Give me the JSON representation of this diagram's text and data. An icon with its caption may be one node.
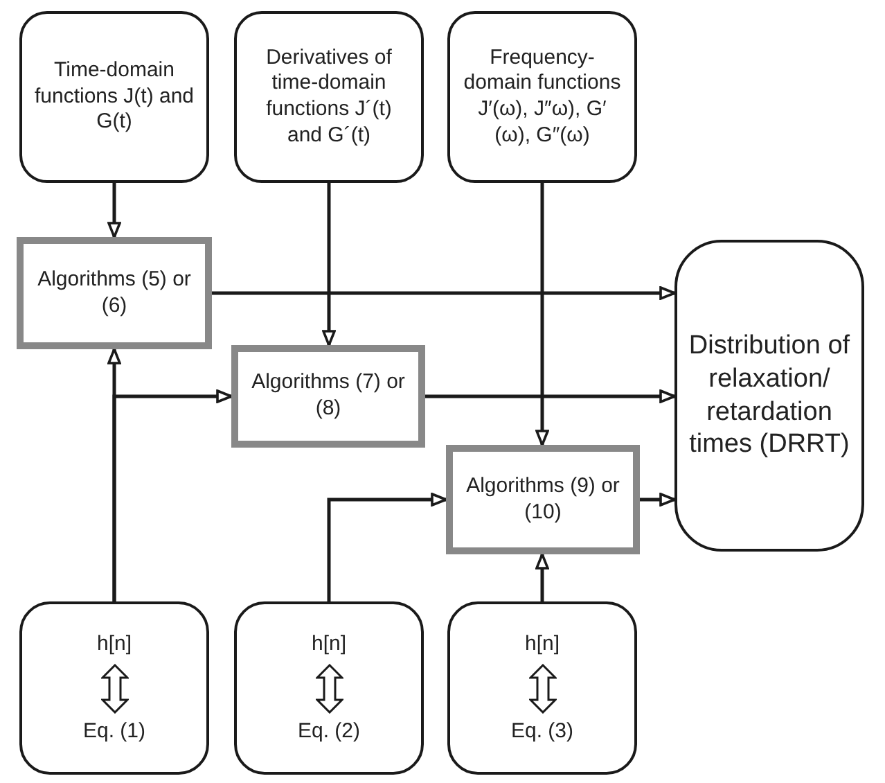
{
  "diagram": {
    "nodes": [
      {
        "text": [
          "Time-domain functions J(t) and G(t)"
        ]
      },
      {
        "text": [
          "Derivatives of time-domain functions J´(t) and G´(t)"
        ]
      },
      {
        "text": [
          "Frequency-domain functions J′(ω), J″ω), G′(ω), G″(ω)"
        ]
      },
      {
        "text": [
          "Algorithms (5) or (6)"
        ]
      },
      {
        "text": [
          "Algorithms (7) or (8)"
        ]
      },
      {
        "text": [
          "Algorithms (9) or (10)"
        ]
      },
      {
        "text": [
          "Distribution of relaxation/ retardation times (DRRT)"
        ]
      },
      {
        "text": [
          "h[n]",
          "Eq. (1)"
        ]
      },
      {
        "text": [
          "h[n]",
          "Eq. (2)"
        ]
      },
      {
        "text": [
          "h[n]",
          "Eq. (3)"
        ]
      }
    ],
    "edges": [
      {
        "from": 0,
        "to": 3,
        "arrow": "to"
      },
      {
        "from": 1,
        "to": 4,
        "arrow": "to"
      },
      {
        "from": 2,
        "to": 5,
        "arrow": "to"
      },
      {
        "from": 3,
        "to": 6,
        "arrow": "to"
      },
      {
        "from": 4,
        "to": 6,
        "arrow": "to"
      },
      {
        "from": 5,
        "to": 6,
        "arrow": "to"
      },
      {
        "from": 7,
        "to": 3,
        "arrow": "to"
      },
      {
        "from": 7,
        "to": 4,
        "arrow": "to"
      },
      {
        "from": 8,
        "to": 5,
        "arrow": "to"
      },
      {
        "from": 9,
        "to": 5,
        "arrow": "to"
      }
    ]
  }
}
